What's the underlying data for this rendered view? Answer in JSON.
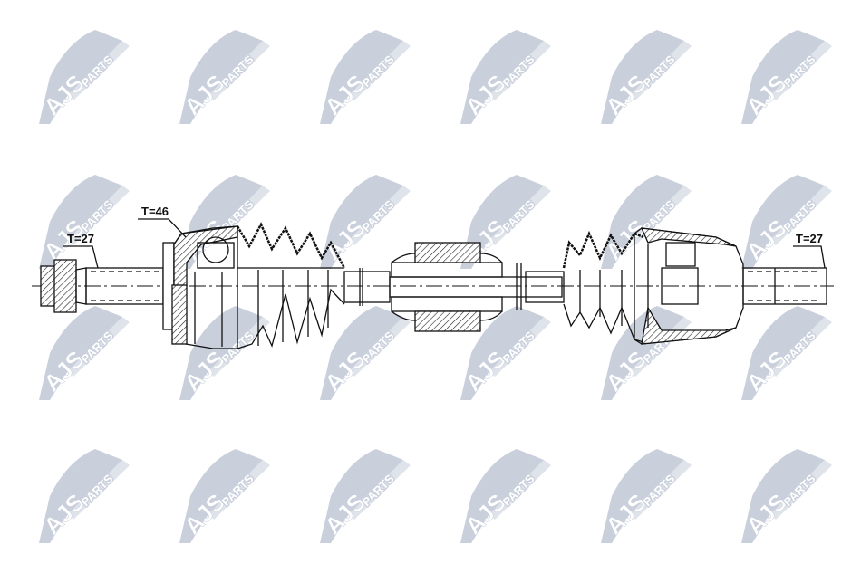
{
  "watermark": {
    "brand": "AJS",
    "suffix": "PARTS",
    "color": "#c9d0dc"
  },
  "labels": {
    "left_spline": "T=27",
    "abs_ring": "T=46",
    "right_spline": "T=27"
  }
}
